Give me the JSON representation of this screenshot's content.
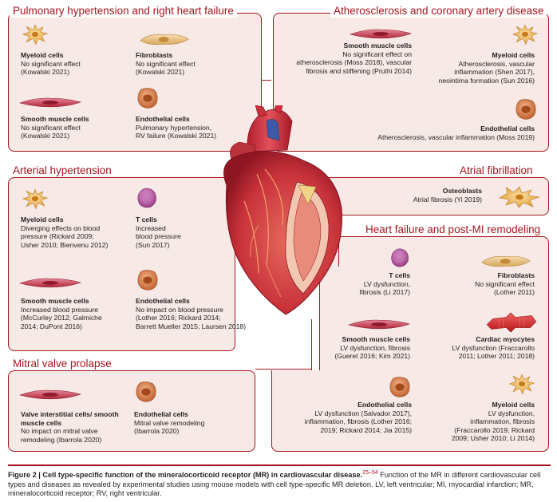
{
  "sections": {
    "pulmonary": {
      "title": "Pulmonary hypertension and right heart failure",
      "cells": [
        {
          "name": "Myeloid cells",
          "desc": [
            "No significant effect",
            "(Kowalski 2021)"
          ]
        },
        {
          "name": "Fibroblasts",
          "desc": [
            "No significant effect",
            "(Kowalski 2021)"
          ]
        },
        {
          "name": "Smooth muscle cells",
          "desc": [
            "No significant effect",
            "(Kowalski 2021)"
          ]
        },
        {
          "name": "Endothelial cells",
          "desc": [
            "Pulmonary hypertension,",
            "RV failure (Kowalski 2021)"
          ]
        }
      ]
    },
    "atherosclerosis": {
      "title": "Atherosclerosis and coronary artery disease",
      "cells": [
        {
          "name": "Smooth muscle cells",
          "desc": [
            "No significant effect on",
            "atherosclerosis (Moss 2018), vascular",
            "fibrosis and stiffening (Pruthi 2014)"
          ]
        },
        {
          "name": "Myeloid cells",
          "desc": [
            "Atherosclerosis, vascular",
            "inflammation (Shen 2017),",
            "neointima formation (Sun 2016)"
          ]
        },
        {
          "name": "Endothelial cells",
          "desc": [
            "Atherosclerosis, vascular inflammation (Moss 2019)"
          ]
        }
      ]
    },
    "arterial": {
      "title": "Arterial hypertension",
      "cells": [
        {
          "name": "Myeloid cells",
          "desc": [
            "Diverging effects on blood",
            "pressure (Rickard 2009;",
            "Usher 2010; Bienvenu 2012)"
          ]
        },
        {
          "name": "T cells",
          "desc": [
            "Increased",
            "blood pressure",
            "(Sun 2017)"
          ]
        },
        {
          "name": "Smooth muscle cells",
          "desc": [
            "Increased blood pressure",
            "(McCurley 2012; Galmiche",
            "2014; DuPont 2016)"
          ]
        },
        {
          "name": "Endothelial cells",
          "desc": [
            "No impact on blood pressure",
            "(Lother 2016; Rickard 2014;",
            "Barrett Mueller 2015; Laursen 2018)"
          ]
        }
      ]
    },
    "atrial": {
      "title": "Atrial fibrillation",
      "cells": [
        {
          "name": "Osteoblasts",
          "desc": [
            "Atrial fibrosis (Yi 2019)"
          ]
        }
      ]
    },
    "heartfailure": {
      "title": "Heart failure and post-MI remodeling",
      "cells": [
        {
          "name": "T cells",
          "desc": [
            "LV dysfunction,",
            "fibrosis (Li 2017)"
          ]
        },
        {
          "name": "Fibroblasts",
          "desc": [
            "No significant effect",
            "(Lother 2011)"
          ]
        },
        {
          "name": "Smooth muscle cells",
          "desc": [
            "LV dysfunction, fibrosis",
            "(Gueret 2016; Kim 2021)"
          ]
        },
        {
          "name": "Cardiac myocytes",
          "desc": [
            "LV dysfunction (Fraccarollo",
            "2011; Lother 2011; 2018)"
          ]
        },
        {
          "name": "Endothelial cells",
          "desc": [
            "LV dysfunction (Salvador 2017),",
            "inflammation, fibrosis (Lother 2016;",
            "2019; Rickard 2014; Jia 2015)"
          ]
        },
        {
          "name": "Myeloid cells",
          "desc": [
            "LV dysfunction,",
            "inflammation, fibrosis",
            "(Fraccarollo 2019; Rickard",
            "2009; Usher 2010; Li 2014)"
          ]
        }
      ]
    },
    "mitral": {
      "title": "Mitral valve prolapse",
      "cells": [
        {
          "name": "Valve interstitial cells/ smooth muscle cells",
          "desc": [
            "No impact on mitral valve",
            "remodeling (Ibarrola 2020)"
          ]
        },
        {
          "name": "Endothelial cells",
          "desc": [
            "Mitral valve remodeling",
            "(Ibarrola 2020)"
          ]
        }
      ]
    }
  },
  "caption": {
    "label": "Figure 2 | Cell type-specific function of the mineralocorticoid receptor (MR) in cardiovascular disease.",
    "refs": "25–54",
    "text": " Function of the MR in different cardiovascular cell types and diseases as revealed by experimental studies using mouse models with cell type-specific MR deletion. LV, left ventricular; MI, myocardial infarction; MR, mineralocorticoid receptor; RV, right ventricular."
  },
  "colors": {
    "accent": "#a5151f",
    "panel": "#f6e9e6",
    "myeloid": "#e8a338",
    "tcell": "#a9418f",
    "smooth_muscle": "#c0394b",
    "endothelial": "#c96a3a",
    "myocyte": "#d42a2a"
  },
  "icons": {
    "myeloid": "myeloid-cell-icon",
    "fibroblast": "fibroblast-icon",
    "smooth_muscle": "smooth-muscle-cell-icon",
    "endothelial": "endothelial-cell-icon",
    "tcell": "t-cell-icon",
    "myocyte": "cardiac-myocyte-icon",
    "osteoblast": "osteoblast-icon",
    "heart": "heart-illustration"
  }
}
